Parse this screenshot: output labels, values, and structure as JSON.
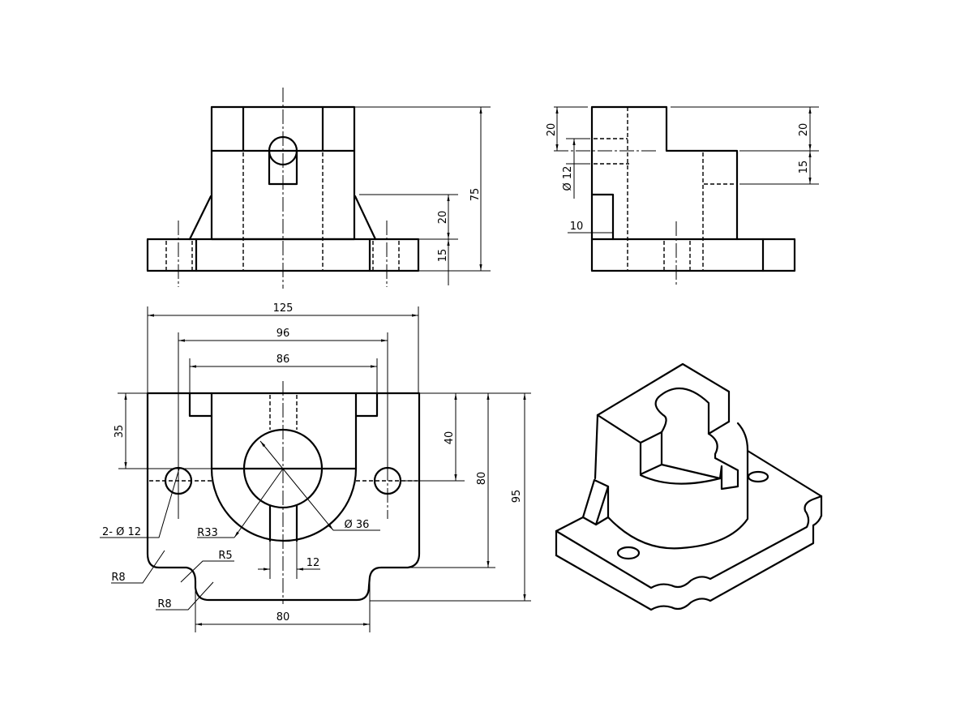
{
  "front_view": {
    "dims": {
      "overall_height": "75",
      "rib_height": "20",
      "base_thickness": "15"
    }
  },
  "side_view": {
    "dims": {
      "top_left": "20",
      "hole_dia": "Ø 12",
      "rib_thickness": "10",
      "top_right": "20",
      "step_right": "15"
    }
  },
  "top_view": {
    "dims": {
      "overall_width": "125",
      "hole_spacing": "96",
      "slot_width": "86",
      "depth_35": "35",
      "depth_40": "40",
      "depth_80": "80",
      "depth_95": "95",
      "bottom_width": "80",
      "slot_12": "12",
      "holes": "2- Ø 12",
      "radius_33": "R33",
      "bore": "Ø 36",
      "radius_5": "R5",
      "radius_8_left": "R8",
      "radius_8_bottom": "R8"
    }
  },
  "iso_view": {
    "label": ""
  }
}
